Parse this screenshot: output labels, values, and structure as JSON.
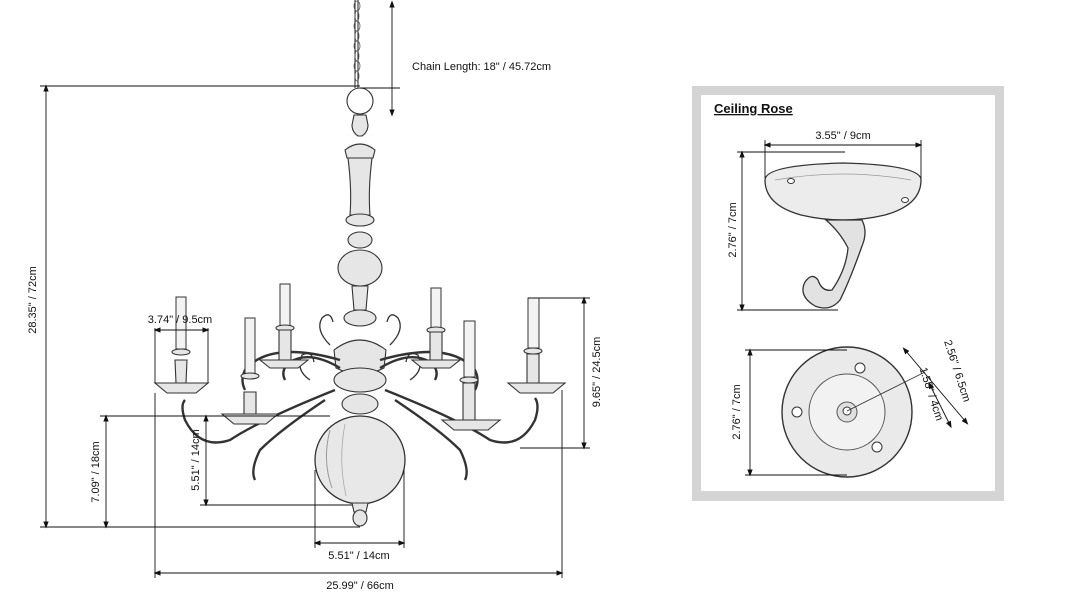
{
  "chandelier": {
    "chain_length": "Chain Length: 18\" / 45.72cm",
    "height": "28.35\" / 72cm",
    "candle_cup": "3.74\" / 9.5cm",
    "arm_height": "9.65\" / 24.5cm",
    "lower_height": "7.09\" / 18cm",
    "ball_height": "5.51\" / 14cm",
    "ball_width": "5.51\" / 14cm",
    "total_width": "25.99\" / 66cm"
  },
  "ceiling_rose": {
    "title": "Ceiling Rose",
    "top_width": "3.55\" / 9cm",
    "side_height": "2.76\" / 7cm",
    "plate_diameter": "2.76\" / 7cm",
    "hole_spacing": "2.56\" / 6.5cm",
    "center_hole": "1.58\" / 4cm"
  }
}
